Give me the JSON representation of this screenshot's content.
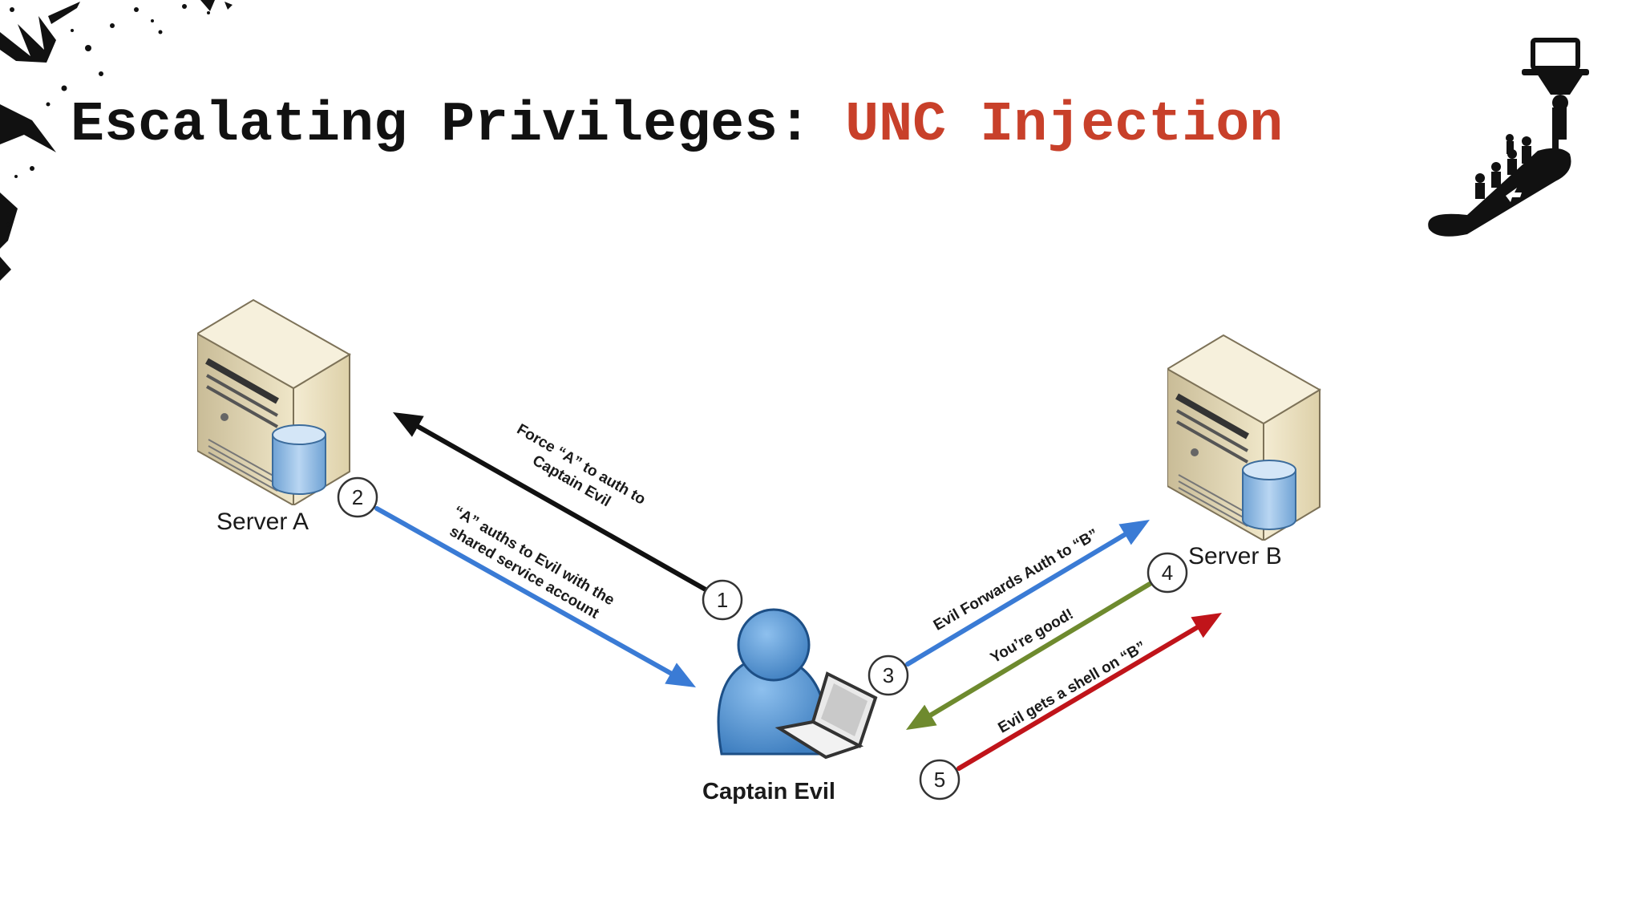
{
  "slide": {
    "title_main": "Escalating Privileges: ",
    "title_accent": "UNC Injection"
  },
  "diagram": {
    "nodes": {
      "server_a": "Server A",
      "server_b": "Server B",
      "captain_evil": "Captain Evil"
    },
    "steps": [
      {
        "num": "1",
        "lines": [
          "Force “A” to auth to",
          "Captain Evil"
        ],
        "color": "#111111"
      },
      {
        "num": "2",
        "lines": [
          "“A” auths to Evil with the",
          "shared service account"
        ],
        "color": "#3a7bd5"
      },
      {
        "num": "3",
        "lines": [
          "Evil Forwards Auth to “B”"
        ],
        "color": "#3a7bd5"
      },
      {
        "num": "4",
        "lines": [
          "You’re good!"
        ],
        "color": "#6e8a2e"
      },
      {
        "num": "5",
        "lines": [
          "Evil gets a shell on “B”"
        ],
        "color": "#c0141a"
      }
    ]
  },
  "icons": {
    "escalator": "escalator-icon",
    "splatter": "ink-splatter-decoration",
    "server": "server-tower-icon",
    "database": "database-icon",
    "user": "user-icon",
    "laptop": "laptop-icon"
  }
}
